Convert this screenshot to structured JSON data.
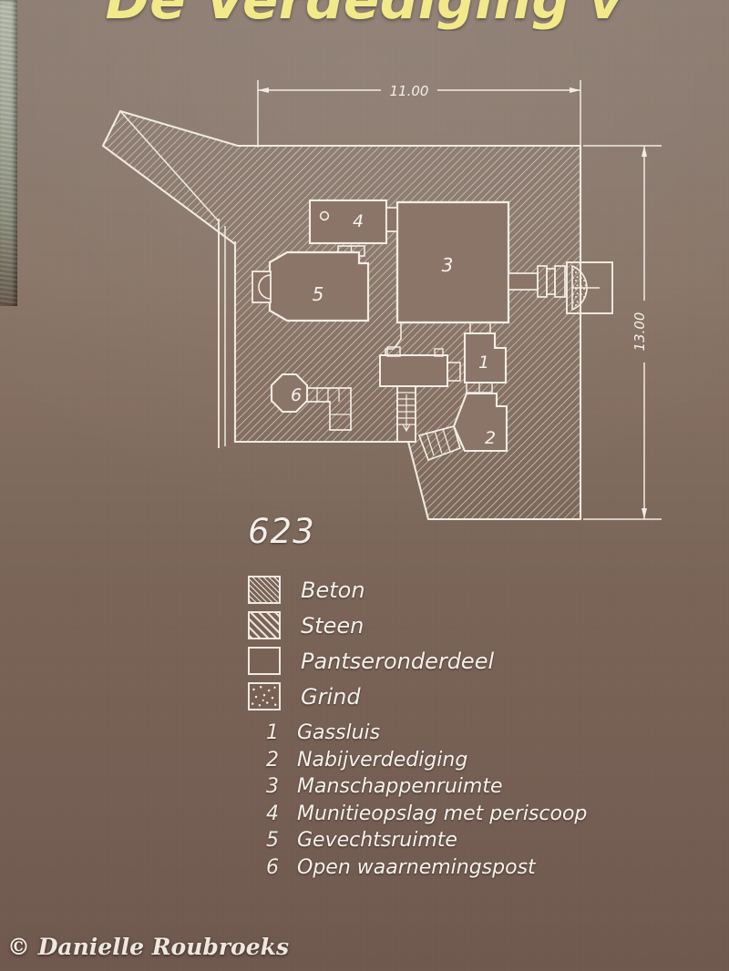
{
  "page": {
    "title_text": "De Verdediging v",
    "background_color": "#7b655a",
    "ink_color": "#efe9e1",
    "title_color": "#f2e98a"
  },
  "drawing": {
    "plan_number": "623",
    "dimension_width": "11.00",
    "dimension_height": "13.00",
    "room_labels": [
      "1",
      "2",
      "3",
      "4",
      "5",
      "6"
    ]
  },
  "legend": {
    "materials": [
      {
        "swatch": "beton-hatch",
        "label": "Beton"
      },
      {
        "swatch": "steen-hatch",
        "label": "Steen"
      },
      {
        "swatch": "pantseronderdeel-outline",
        "label": "Pantseronderdeel"
      },
      {
        "swatch": "grind-stipple",
        "label": "Grind"
      }
    ],
    "rooms": [
      {
        "key": "1",
        "name": "Gassluis"
      },
      {
        "key": "2",
        "name": "Nabijverdediging"
      },
      {
        "key": "3",
        "name": "Manschappenruimte"
      },
      {
        "key": "4",
        "name": "Munitieopslag met periscoop"
      },
      {
        "key": "5",
        "name": "Gevechtsruimte"
      },
      {
        "key": "6",
        "name": "Open waarnemingspost"
      }
    ]
  },
  "watermark": {
    "text": "© Danielle Roubroeks"
  }
}
